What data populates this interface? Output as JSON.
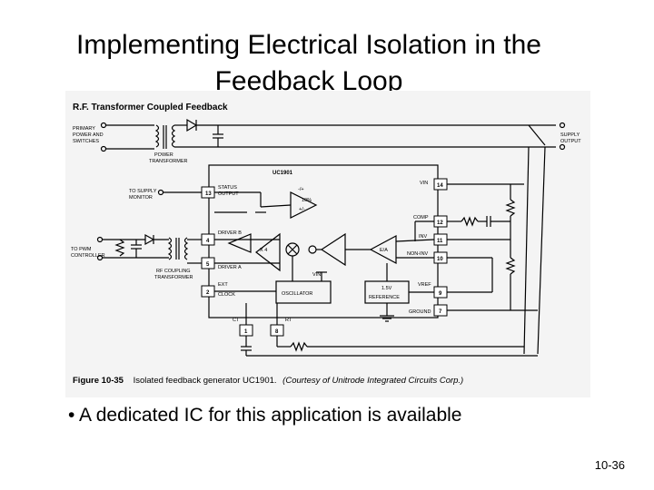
{
  "slide": {
    "title_line1": "Implementing Electrical Isolation in the",
    "title_line2": "Feedback Loop",
    "bullet": "A dedicated IC for this application is available",
    "bullet_marker": "•",
    "page_number": "10-36"
  },
  "figure": {
    "header": "R.F. Transformer Coupled Feedback",
    "caption_label": "Figure 10-35",
    "caption_text": "Isolated feedback generator UC1901.",
    "caption_courtesy": "(Courtesy of Unitrode Integrated Circuits Corp.)",
    "ic_name": "UC1901",
    "labels": {
      "primary_power_1": "PRIMARY",
      "primary_power_2": "POWER AND",
      "primary_power_3": "SWITCHES",
      "power_transformer_1": "POWER",
      "power_transformer_2": "TRANSFORMER",
      "supply_output_1": "SUPPLY",
      "supply_output_2": "OUTPUT",
      "to_supply_monitor_1": "TO SUPPLY",
      "to_supply_monitor_2": "MONITOR",
      "to_pwm_1": "TO PWM",
      "to_pwm_2": "CONTROLLER",
      "rf_coupling_1": "RF COUPLING",
      "rf_coupling_2": "TRANSFORMER",
      "status_1": "STATUS",
      "status_2": "OUTPUT",
      "tolerance_1": "-/+",
      "tolerance_2": "10%",
      "tolerance_3": "+/-",
      "driver_b": "DRIVER B",
      "driver_a": "DRIVER A",
      "ext_clock_1": "EXT",
      "ext_clock_2": "CLOCK",
      "oscillator": "OSCILLATOR",
      "times_4": "X 4",
      "ea": "E/A",
      "vin": "VIN",
      "vin2": "VIN",
      "comp": "COMP",
      "inv": "INV",
      "non_inv": "NON-INV",
      "ref_1": "1.5V",
      "ref_2": "REFERENCE",
      "vref": "VREF",
      "ground": "GROUND",
      "ct": "CT",
      "rt": "RT"
    },
    "pins": [
      "14",
      "13",
      "12",
      "11",
      "10",
      "4",
      "5",
      "2",
      "9",
      "7",
      "1",
      "8"
    ]
  }
}
